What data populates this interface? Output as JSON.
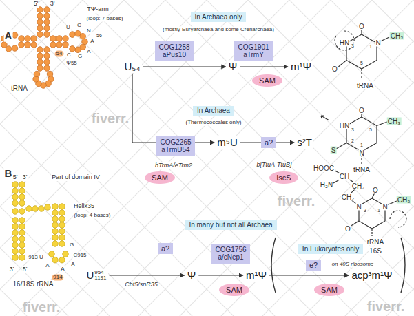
{
  "diagram": {
    "nodes": [
      {
        "text": [
          "In Archaea only"
        ]
      },
      {
        "text": [
          "COG1258",
          "aPus10"
        ]
      },
      {
        "text": [
          "COG1901",
          "aTrmY"
        ]
      },
      {
        "text": [
          "SAM"
        ]
      },
      {
        "text": [
          "In Archaea"
        ]
      },
      {
        "text": [
          "COG2265",
          "aTrmU54"
        ]
      },
      {
        "text": [
          "a?"
        ]
      },
      {
        "text": [
          "SAM"
        ]
      },
      {
        "text": [
          "IscS"
        ]
      },
      {
        "text": [
          "U₅₄"
        ]
      },
      {
        "text": [
          "Ψ"
        ]
      },
      {
        "text": [
          "m¹Ψ"
        ]
      },
      {
        "text": [
          "m⁵U"
        ]
      },
      {
        "text": [
          "s²T"
        ]
      },
      {
        "text": [
          "In many but not all Archaea"
        ]
      },
      {
        "text": [
          "a?"
        ]
      },
      {
        "text": [
          "COG1756",
          "a/cNep1"
        ]
      },
      {
        "text": [
          "SAM"
        ]
      },
      {
        "text": [
          "In Eukaryotes only"
        ]
      },
      {
        "text": [
          "e?"
        ]
      },
      {
        "text": [
          "SAM"
        ]
      },
      {
        "text": [
          "U",
          "954",
          "1191"
        ]
      },
      {
        "text": [
          "Ψ"
        ]
      },
      {
        "text": [
          "m¹Ψ"
        ]
      },
      {
        "text": [
          "acp³m¹Ψ"
        ]
      }
    ],
    "edges": [
      {
        "from": 9,
        "to": 10,
        "arrow": "to"
      },
      {
        "from": 10,
        "to": 11,
        "arrow": "to"
      },
      {
        "from": 9,
        "to": 12,
        "label": "bTrmA/eTrm2",
        "arrow": "to"
      },
      {
        "from": 12,
        "to": 13,
        "label": "b[TtuA-TtuB]",
        "arrow": "to"
      },
      {
        "from": 21,
        "to": 22,
        "label": "Cbf5/snR35",
        "arrow": "to"
      },
      {
        "from": 22,
        "to": 23,
        "arrow": "to"
      },
      {
        "from": 23,
        "to": 24,
        "arrow": "to"
      }
    ],
    "labels": [
      "A",
      "B",
      "5'",
      "3'",
      "TΨ-arm",
      "(loop: 7 bases)",
      "U",
      "C",
      "N",
      "A",
      "56",
      "A",
      "G",
      "C",
      "54",
      "Ψ55",
      "tRNA",
      "(mostly Euryarchaea and some Crenarchaea)",
      "(Thermococcales only)",
      "O",
      "HN",
      "3",
      "N",
      "1",
      "CH₃",
      "5",
      "O",
      "tRNA",
      "O",
      "HN",
      "3",
      "5",
      "CH₃",
      "S",
      "2",
      "N",
      "1",
      "tRNA",
      "HOOC",
      "CH",
      "CH₂",
      "CH₂",
      "H₂N",
      "N",
      "3",
      "N",
      "1",
      "CH₃",
      "O",
      "O",
      "rRNA",
      "16S",
      "5'",
      "3'",
      "Part of domain IV",
      "Helix35",
      "(loop: 4 bases)",
      "G",
      "C915",
      "A",
      "A",
      "A",
      "913 U",
      "914",
      "3'",
      "5'",
      "16/18S rRNA",
      "on 40S ribosome",
      "fiverr.",
      "fiverr.",
      "fiverr.",
      "fiverr."
    ]
  }
}
